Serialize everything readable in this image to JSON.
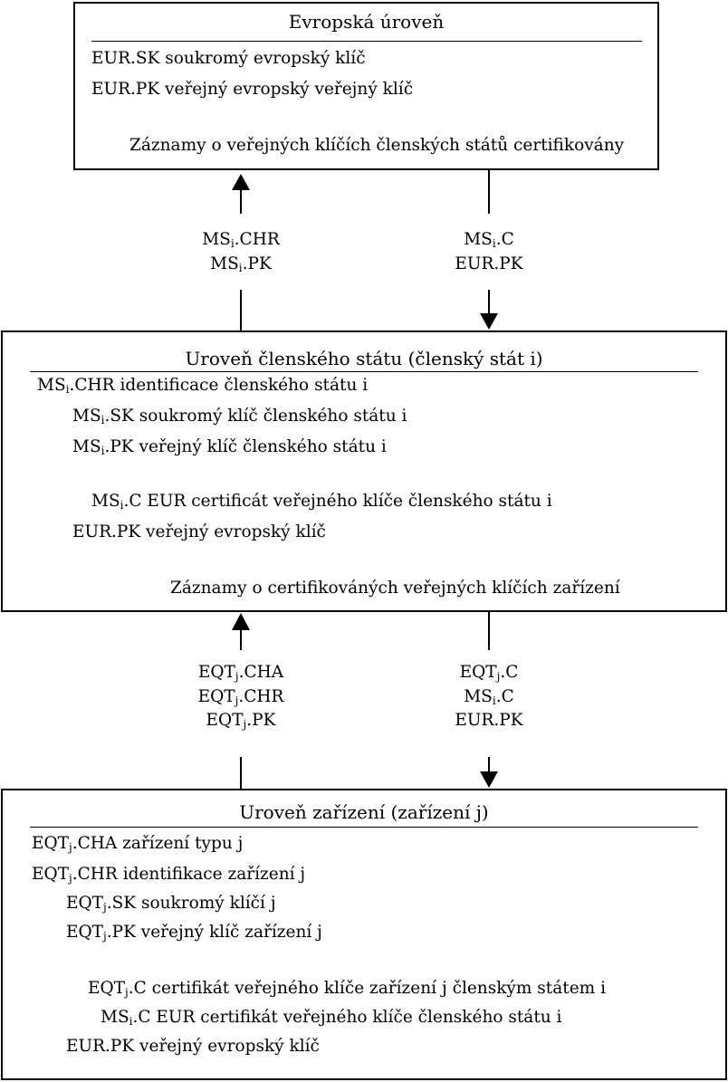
{
  "levels": {
    "eu": {
      "title": "Evropská úroveň",
      "lines": [
        {
          "pre": "",
          "sub": "",
          "post": "EUR.SK soukromý evropský klíč"
        },
        {
          "pre": "",
          "sub": "",
          "post": "EUR.PK veřejný evropský veřejný klíč"
        },
        {
          "pre": "",
          "sub": "",
          "post": "Záznamy o veřejných klíčích členských států certifikovány"
        }
      ]
    },
    "ms": {
      "title": "Uroveň členského státu (členský stát i)",
      "lines": [
        {
          "pre": "MS",
          "sub": "i",
          "post": ".CHR identificace členského státu i"
        },
        {
          "pre": "MS",
          "sub": "i",
          "post": ".SK soukromý klíč členského státu i"
        },
        {
          "pre": "MS",
          "sub": "i",
          "post": ".PK veřejný klíč členského státu i"
        },
        {
          "pre": "MS",
          "sub": "i",
          "post": ".C EUR certificát veřejného klíče členského státu i"
        },
        {
          "pre": "",
          "sub": "",
          "post": "EUR.PK veřejný evropský klíč"
        },
        {
          "pre": "",
          "sub": "",
          "post": "Záznamy o certifikováných veřejných klíčích zařízení"
        }
      ]
    },
    "eq": {
      "title": "Uroveň zařízení (zařízení j)",
      "lines": [
        {
          "pre": "EQT",
          "sub": "j",
          "post": ".CHA zařízení typu j"
        },
        {
          "pre": "EQT",
          "sub": "j",
          "post": ".CHR identifikace zařízení j"
        },
        {
          "pre": "EQT",
          "sub": "j",
          "post": ".SK soukromý klíčí j"
        },
        {
          "pre": "EQT",
          "sub": "j",
          "post": ".PK veřejný klíč zařízení j"
        },
        {
          "pre": "EQT",
          "sub": "j",
          "post": ".C certifikát veřejného klíče zařízení j členským státem i"
        },
        {
          "pre": "MS",
          "sub": "i",
          "post": ".C EUR certifikát veřejného klíče členského státu i"
        },
        {
          "pre": "",
          "sub": "",
          "post": "EUR.PK veřejný evropský klíč"
        }
      ]
    }
  },
  "flows": {
    "ms_to_eu": [
      {
        "pre": "MS",
        "sub": "i",
        "post": ".CHR"
      },
      {
        "pre": "MS",
        "sub": "i",
        "post": ".PK"
      }
    ],
    "eu_to_ms": [
      {
        "pre": "MS",
        "sub": "i",
        "post": ".C"
      },
      {
        "pre": "",
        "sub": "",
        "post": "EUR.PK"
      }
    ],
    "eq_to_ms": [
      {
        "pre": "EQT",
        "sub": "j",
        "post": ".CHA"
      },
      {
        "pre": "EQT",
        "sub": "j",
        "post": ".CHR"
      },
      {
        "pre": "EQT",
        "sub": "j",
        "post": ".PK"
      }
    ],
    "ms_to_eq": [
      {
        "pre": "EQT",
        "sub": "j",
        "post": ".C"
      },
      {
        "pre": "MS",
        "sub": "i",
        "post": ".C"
      },
      {
        "pre": "",
        "sub": "",
        "post": "EUR.PK"
      }
    ]
  }
}
